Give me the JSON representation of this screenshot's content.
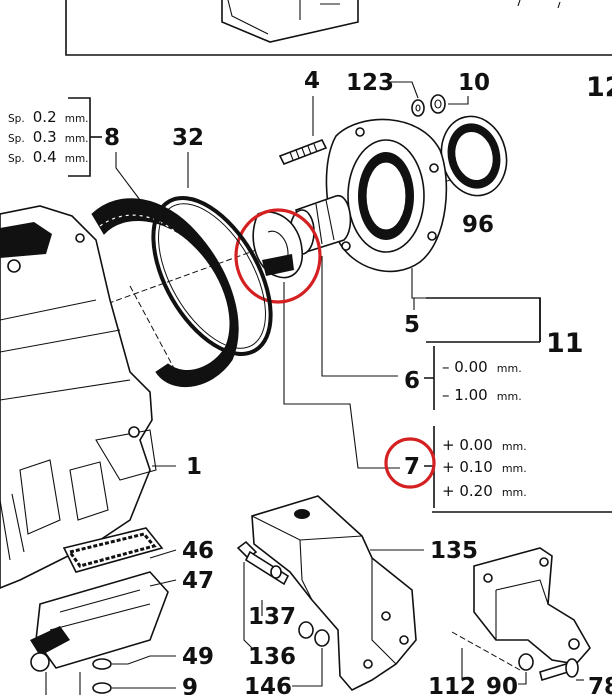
{
  "labels": {
    "p12": "12",
    "p123": "123",
    "p10": "10",
    "p4": "4",
    "p8": "8",
    "p32": "32",
    "p96": "96",
    "p5": "5",
    "p11": "11",
    "p6": "6",
    "p7": "7",
    "p1": "1",
    "p46": "46",
    "p47": "47",
    "p135": "135",
    "p137": "137",
    "p136": "136",
    "p146": "146",
    "p49": "49",
    "p9": "9",
    "p112": "112",
    "p90": "90",
    "p78": "78"
  },
  "shim_8": {
    "prefix": "Sp.",
    "items": [
      {
        "value": "0.2",
        "unit": "mm."
      },
      {
        "value": "0.3",
        "unit": "mm."
      },
      {
        "value": "0.4",
        "unit": "mm."
      }
    ]
  },
  "shim_6": {
    "items": [
      {
        "value": "– 0.00",
        "unit": "mm."
      },
      {
        "value": "– 1.00",
        "unit": "mm."
      }
    ]
  },
  "shim_7": {
    "items": [
      {
        "value": "+ 0.00",
        "unit": "mm."
      },
      {
        "value": "+ 0.10",
        "unit": "mm."
      },
      {
        "value": "+ 0.20",
        "unit": "mm."
      }
    ]
  },
  "highlight_color": "#d42020"
}
